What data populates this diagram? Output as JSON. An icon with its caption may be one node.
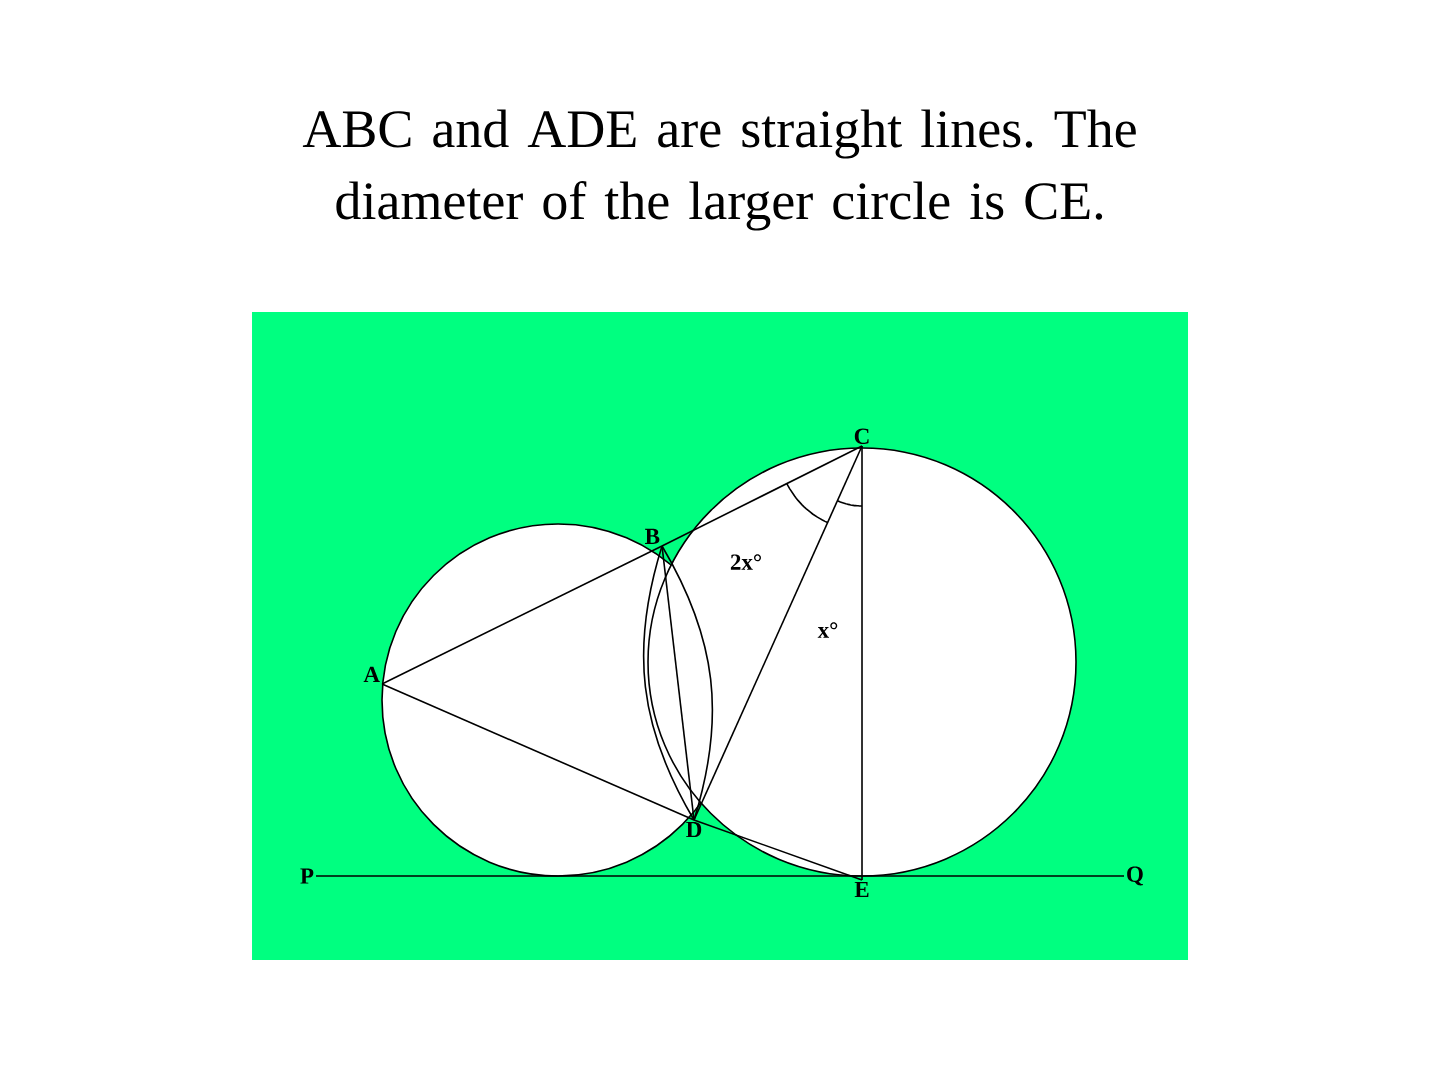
{
  "diagram": {
    "title": "ABC and ADE are straight lines. The diameter of the larger circle is CE.",
    "nodes": [
      {
        "text": [
          "C"
        ]
      },
      {
        "text": [
          "B"
        ]
      },
      {
        "text": [
          "A"
        ]
      },
      {
        "text": [
          "P"
        ]
      },
      {
        "text": [
          "D"
        ]
      },
      {
        "text": [
          "Q"
        ]
      },
      {
        "text": [
          "E"
        ]
      }
    ],
    "edges": [
      {
        "from": 2,
        "to": 1,
        "arrow": "none"
      },
      {
        "from": 1,
        "to": 0,
        "arrow": "none"
      },
      {
        "from": 2,
        "to": 4,
        "arrow": "none"
      },
      {
        "from": 4,
        "to": 6,
        "arrow": "none"
      },
      {
        "from": 1,
        "to": 4,
        "arrow": "none"
      },
      {
        "from": 1,
        "to": 4,
        "arrow": "none"
      },
      {
        "from": 1,
        "to": 4,
        "arrow": "none"
      },
      {
        "from": 0,
        "to": 4,
        "arrow": "none"
      },
      {
        "from": 0,
        "to": 6,
        "arrow": "none"
      },
      {
        "from": 3,
        "to": 5,
        "arrow": "none"
      }
    ],
    "labels": [
      "2x°",
      "x°"
    ]
  }
}
